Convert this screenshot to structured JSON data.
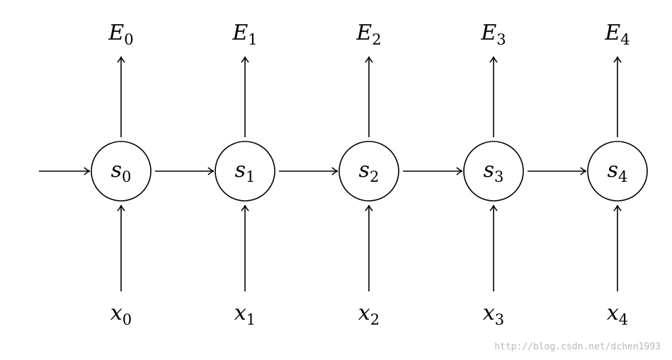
{
  "diagram": {
    "states": [
      {
        "base": "s",
        "sub": "0"
      },
      {
        "base": "s",
        "sub": "1"
      },
      {
        "base": "s",
        "sub": "2"
      },
      {
        "base": "s",
        "sub": "3"
      },
      {
        "base": "s",
        "sub": "4"
      }
    ],
    "emissions": [
      {
        "base": "E",
        "sub": "0"
      },
      {
        "base": "E",
        "sub": "1"
      },
      {
        "base": "E",
        "sub": "2"
      },
      {
        "base": "E",
        "sub": "3"
      },
      {
        "base": "E",
        "sub": "4"
      }
    ],
    "inputs": [
      {
        "base": "x",
        "sub": "0"
      },
      {
        "base": "x",
        "sub": "1"
      },
      {
        "base": "x",
        "sub": "2"
      },
      {
        "base": "x",
        "sub": "3"
      },
      {
        "base": "x",
        "sub": "4"
      }
    ]
  },
  "watermark": "http://blog.csdn.net/dchen1993"
}
